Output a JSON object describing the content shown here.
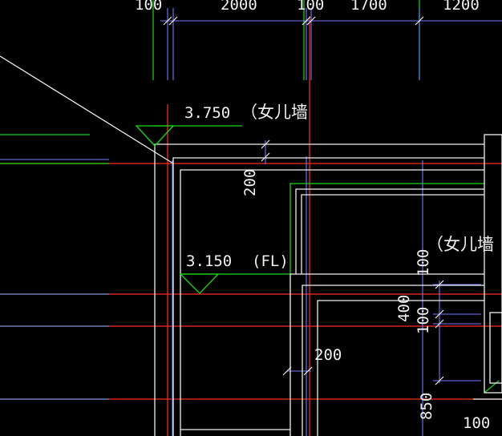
{
  "colors": {
    "background": "#000000",
    "wall_outline": "#f0f0f0",
    "axis": "#ff2a2a",
    "dimension": "#6f7dff",
    "green": "#19d819",
    "text": "#f0f0f0"
  },
  "dimensions": {
    "top": [
      "100",
      "2000",
      "100",
      "1700",
      "1200"
    ],
    "wall_thickness_left": "200",
    "slab_gap": "100",
    "slab_depth": "400",
    "slab_top": "100",
    "wall_thickness_mid": "200",
    "lower_height": "850",
    "lower_right": "100"
  },
  "levels": {
    "parapet_elevation": "3.750",
    "parapet_label": "（女儿墙",
    "floor_elevation": "3.150",
    "floor_label": "(FL)",
    "right_parapet_label": "（女儿墙"
  }
}
